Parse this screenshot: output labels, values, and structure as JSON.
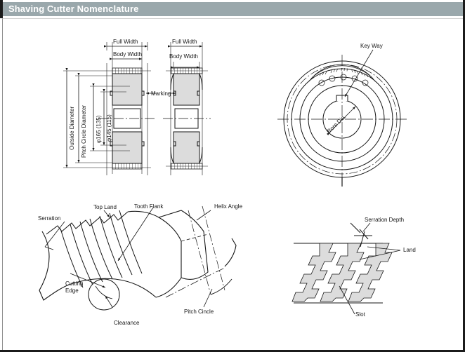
{
  "page": {
    "title": "Shaving Cutter Nomenclature",
    "header_bg": "#9aa8ac",
    "header_text_color": "#ffffff",
    "background": "#ffffff",
    "line_color": "#161616",
    "fill_gray": "#dcdcdc"
  },
  "figures": {
    "front_sections": {
      "name": "shaving-cutter-side-sections",
      "labels": {
        "full_width_left": "Full Width",
        "body_width_left": "Body Width",
        "full_width_right": "Full Width",
        "body_width_right": "Body Width",
        "marking": "Marking",
        "outside_diameter": "Outside Diameter",
        "pitch_circle_diameter": "Pitch Circle Diameter",
        "dim_outside": "φ165 (135)",
        "dim_pitch": "φ145 (115)"
      }
    },
    "end_view": {
      "name": "shaving-cutter-end-view",
      "labels": {
        "key_way": "Key Way",
        "bore_dia": "Bore Dia."
      }
    },
    "tooth_detail": {
      "name": "tooth-detail-view",
      "labels": {
        "serration": "Serration",
        "top_land": "Top Land",
        "tooth_flank": "Tooth Flank",
        "helix_angle": "Helix Angle",
        "cutting_edge_line1": "Cutting",
        "cutting_edge_line2": "Edge",
        "clearance": "Clearance",
        "pitch_circle": "Pitch Cincle"
      }
    },
    "serration_detail": {
      "name": "serration-detail-view",
      "labels": {
        "serration_depth": "Serration Depth",
        "land": "Land",
        "slot": "Slot"
      }
    }
  }
}
